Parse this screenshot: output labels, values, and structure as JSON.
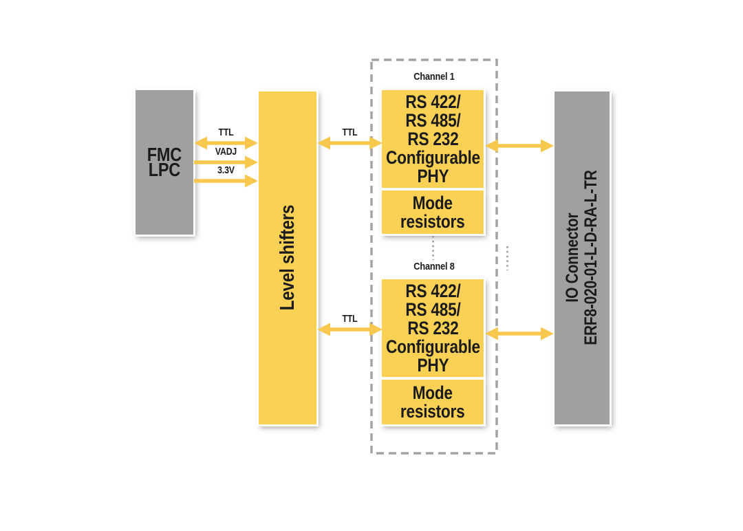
{
  "colors": {
    "box_yellow": "#FBD155",
    "box_gray": "#A0A0A0",
    "arrow_yellow": "#F7C84D",
    "dash_gray": "#A3A3A3",
    "dot_gray": "#9B9B9B",
    "text_dark": "#1B1B1B",
    "background": "#FFFFFF"
  },
  "blocks": {
    "fmc": {
      "lines": [
        "FMC",
        "LPC"
      ]
    },
    "level_shifters": {
      "label": "Level shifters"
    },
    "io_connector": {
      "lines": [
        "IO Connector",
        "ERF8-020-01-L-D-RA-L-TR"
      ]
    }
  },
  "channels": [
    {
      "label": "Channel 1",
      "phy_lines": [
        "RS 422/",
        "RS 485/",
        "RS 232",
        "Configurable",
        "PHY"
      ],
      "mode_lines": [
        "Mode",
        "resistors"
      ]
    },
    {
      "label": "Channel 8",
      "phy_lines": [
        "RS 422/",
        "RS 485/",
        "RS 232",
        "Configurable",
        "PHY"
      ],
      "mode_lines": [
        "Mode",
        "resistors"
      ]
    }
  ],
  "signal_labels": {
    "fmc_ttl": "TTL",
    "fmc_vadj": "VADJ",
    "fmc_33v": "3.3V",
    "ch1_ttl": "TTL",
    "ch8_ttl": "TTL"
  }
}
